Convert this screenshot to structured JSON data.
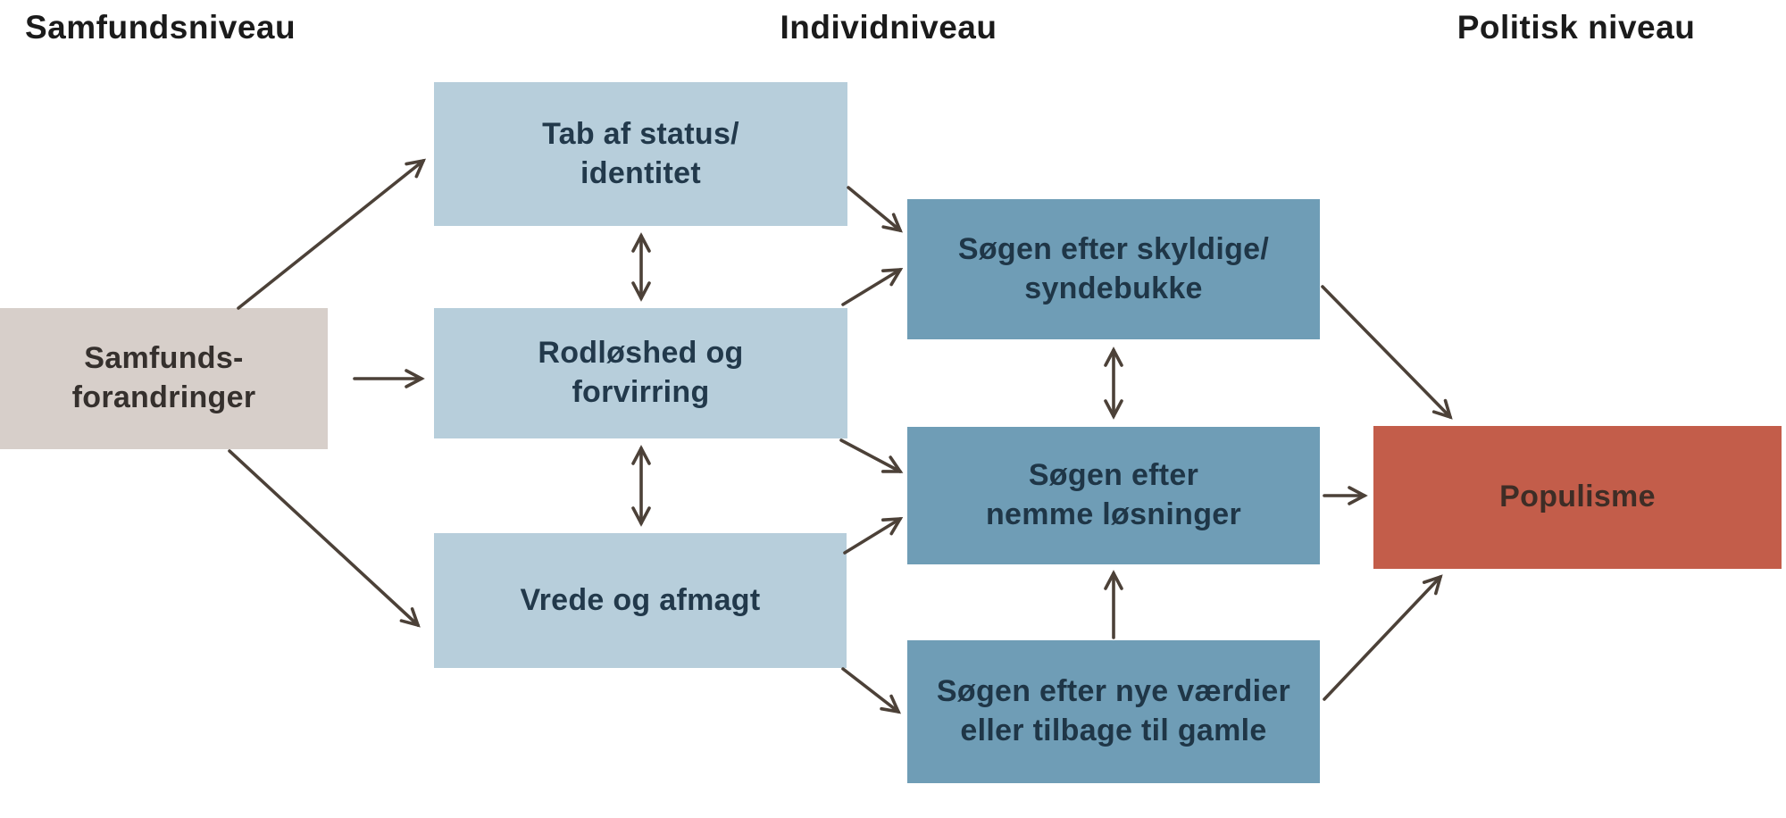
{
  "headers": {
    "society": "Samfundsniveau",
    "individual": "Individniveau",
    "political": "Politisk niveau"
  },
  "nodes": {
    "changes": {
      "l1": "Samfunds-",
      "l2": "forandringer"
    },
    "status": {
      "l1": "Tab af status/",
      "l2": "identitet"
    },
    "rootless": {
      "l1": "Rodløshed og",
      "l2": "forvirring"
    },
    "anger": {
      "l1": "Vrede og afmagt"
    },
    "scapegoat": {
      "l1": "Søgen efter skyldige/",
      "l2": "syndebukke"
    },
    "solutions": {
      "l1": "Søgen efter",
      "l2": "nemme løsninger"
    },
    "values": {
      "l1": "Søgen efter nye værdier",
      "l2": "eller tilbage til gamle"
    },
    "populism": {
      "l1": "Populisme"
    }
  },
  "edges": [
    {
      "from": "changes",
      "to": "status",
      "type": "one-way"
    },
    {
      "from": "changes",
      "to": "rootless",
      "type": "one-way"
    },
    {
      "from": "changes",
      "to": "anger",
      "type": "one-way"
    },
    {
      "from": "status",
      "to": "rootless",
      "type": "two-way"
    },
    {
      "from": "rootless",
      "to": "anger",
      "type": "two-way"
    },
    {
      "from": "status",
      "to": "scapegoat",
      "type": "one-way"
    },
    {
      "from": "rootless",
      "to": "scapegoat",
      "type": "one-way"
    },
    {
      "from": "rootless",
      "to": "solutions",
      "type": "one-way"
    },
    {
      "from": "anger",
      "to": "solutions",
      "type": "one-way"
    },
    {
      "from": "anger",
      "to": "values",
      "type": "one-way"
    },
    {
      "from": "scapegoat",
      "to": "solutions",
      "type": "two-way"
    },
    {
      "from": "values",
      "to": "solutions",
      "type": "one-way"
    },
    {
      "from": "scapegoat",
      "to": "populism",
      "type": "one-way"
    },
    {
      "from": "solutions",
      "to": "populism",
      "type": "one-way"
    },
    {
      "from": "values",
      "to": "populism",
      "type": "one-way"
    }
  ],
  "colors": {
    "society_box": "#d7cfca",
    "individual_light_box": "#b7cedb",
    "individual_dark_box": "#6f9db6",
    "political_box": "#c35d4a",
    "arrow": "#4c4138",
    "blue_box_text": "#22394b",
    "header_text": "#1b1b1b"
  }
}
